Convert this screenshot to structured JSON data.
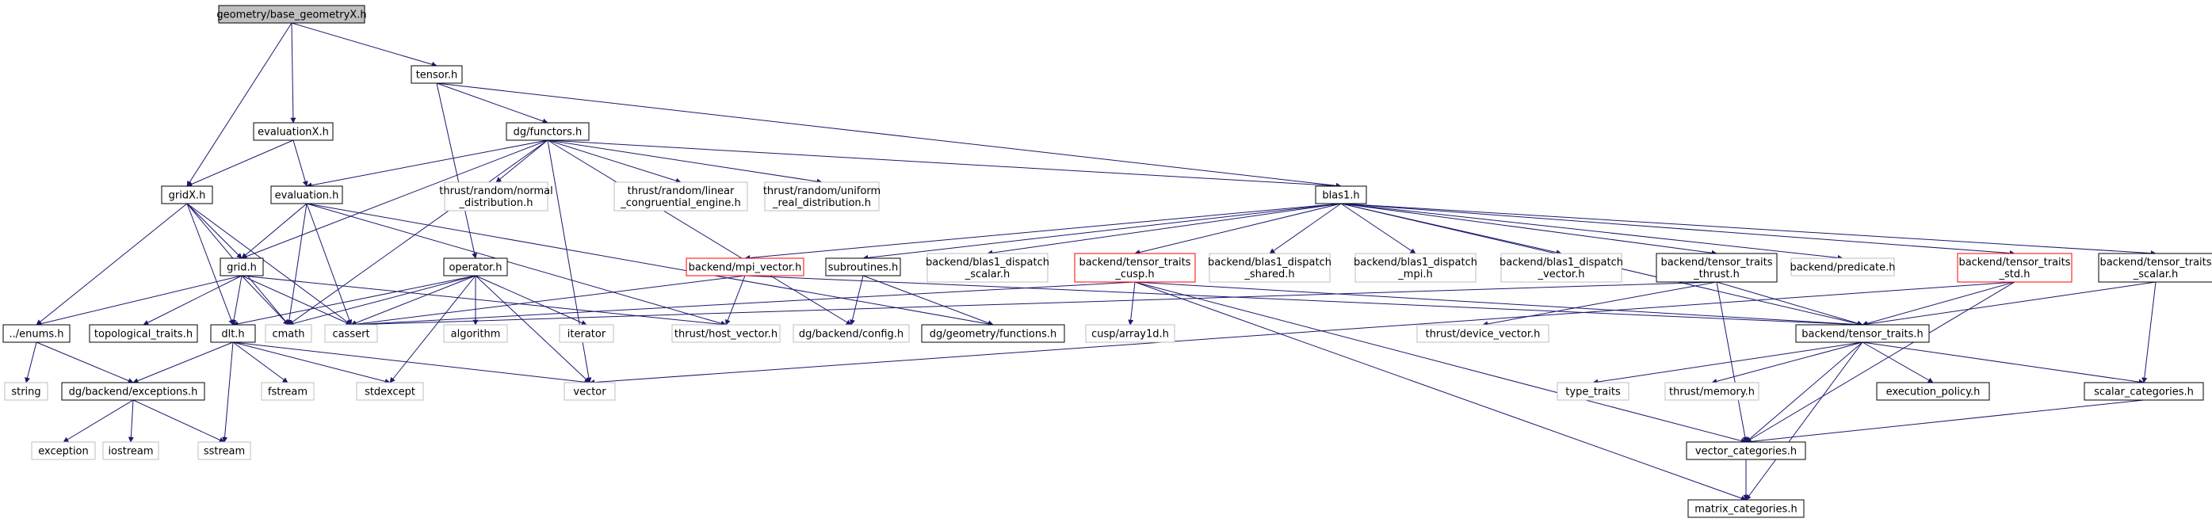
{
  "title": "geometry/base_geometryX.h",
  "colors": {
    "edge": "#191970",
    "box_normal": "#000000",
    "box_system": "#bfbfbf",
    "box_incomplete": "#ff0000",
    "box_root_fill": "#bfbfbf",
    "text": "#000000"
  },
  "nodes": [
    {
      "id": "base_geometryX",
      "lines": [
        "geometry/base_geometryX.h"
      ],
      "kind": "root"
    },
    {
      "id": "tensor",
      "lines": [
        "tensor.h"
      ],
      "kind": "normal"
    },
    {
      "id": "evaluationX",
      "lines": [
        "evaluationX.h"
      ],
      "kind": "normal"
    },
    {
      "id": "functors",
      "lines": [
        "dg/functors.h"
      ],
      "kind": "normal"
    },
    {
      "id": "gridX",
      "lines": [
        "gridX.h"
      ],
      "kind": "normal"
    },
    {
      "id": "evaluation",
      "lines": [
        "evaluation.h"
      ],
      "kind": "normal"
    },
    {
      "id": "normal_dist",
      "lines": [
        "thrust/random/normal",
        "_distribution.h"
      ],
      "kind": "system"
    },
    {
      "id": "linear_cong",
      "lines": [
        "thrust/random/linear",
        "_congruential_engine.h"
      ],
      "kind": "system"
    },
    {
      "id": "uniform_real",
      "lines": [
        "thrust/random/uniform",
        "_real_distribution.h"
      ],
      "kind": "system"
    },
    {
      "id": "blas1",
      "lines": [
        "blas1.h"
      ],
      "kind": "normal"
    },
    {
      "id": "grid",
      "lines": [
        "grid.h"
      ],
      "kind": "normal"
    },
    {
      "id": "operator",
      "lines": [
        "operator.h"
      ],
      "kind": "normal"
    },
    {
      "id": "mpi_vector",
      "lines": [
        "backend/mpi_vector.h"
      ],
      "kind": "incomplete"
    },
    {
      "id": "subroutines",
      "lines": [
        "subroutines.h"
      ],
      "kind": "normal"
    },
    {
      "id": "dispatch_scalar",
      "lines": [
        "backend/blas1_dispatch",
        "_scalar.h"
      ],
      "kind": "system"
    },
    {
      "id": "tt_cusp",
      "lines": [
        "backend/tensor_traits",
        "_cusp.h"
      ],
      "kind": "incomplete"
    },
    {
      "id": "dispatch_shared",
      "lines": [
        "backend/blas1_dispatch",
        "_shared.h"
      ],
      "kind": "system"
    },
    {
      "id": "dispatch_mpi",
      "lines": [
        "backend/blas1_dispatch",
        "_mpi.h"
      ],
      "kind": "system"
    },
    {
      "id": "dispatch_vector",
      "lines": [
        "backend/blas1_dispatch",
        "_vector.h"
      ],
      "kind": "system"
    },
    {
      "id": "tt_thrust",
      "lines": [
        "backend/tensor_traits",
        "_thrust.h"
      ],
      "kind": "normal"
    },
    {
      "id": "predicate",
      "lines": [
        "backend/predicate.h"
      ],
      "kind": "system"
    },
    {
      "id": "tt_std",
      "lines": [
        "backend/tensor_traits",
        "_std.h"
      ],
      "kind": "incomplete"
    },
    {
      "id": "tt_scalar",
      "lines": [
        "backend/tensor_traits",
        "_scalar.h"
      ],
      "kind": "normal"
    },
    {
      "id": "enums",
      "lines": [
        "../enums.h"
      ],
      "kind": "normal"
    },
    {
      "id": "topological",
      "lines": [
        "topological_traits.h"
      ],
      "kind": "normal"
    },
    {
      "id": "cmath",
      "lines": [
        "cmath"
      ],
      "kind": "system"
    },
    {
      "id": "cassert",
      "lines": [
        "cassert"
      ],
      "kind": "system"
    },
    {
      "id": "dlt",
      "lines": [
        "dlt.h"
      ],
      "kind": "normal"
    },
    {
      "id": "algorithm",
      "lines": [
        "algorithm"
      ],
      "kind": "system"
    },
    {
      "id": "iterator",
      "lines": [
        "iterator"
      ],
      "kind": "system"
    },
    {
      "id": "host_vector",
      "lines": [
        "thrust/host_vector.h"
      ],
      "kind": "system"
    },
    {
      "id": "config",
      "lines": [
        "dg/backend/config.h"
      ],
      "kind": "system"
    },
    {
      "id": "geom_functions",
      "lines": [
        "dg/geometry/functions.h"
      ],
      "kind": "normal"
    },
    {
      "id": "cusp_array1d",
      "lines": [
        "cusp/array1d.h"
      ],
      "kind": "system"
    },
    {
      "id": "device_vector",
      "lines": [
        "thrust/device_vector.h"
      ],
      "kind": "system"
    },
    {
      "id": "tensor_traits",
      "lines": [
        "backend/tensor_traits.h"
      ],
      "kind": "normal"
    },
    {
      "id": "string",
      "lines": [
        "string"
      ],
      "kind": "system"
    },
    {
      "id": "exceptions",
      "lines": [
        "dg/backend/exceptions.h"
      ],
      "kind": "normal"
    },
    {
      "id": "fstream",
      "lines": [
        "fstream"
      ],
      "kind": "system"
    },
    {
      "id": "stdexcept",
      "lines": [
        "stdexcept"
      ],
      "kind": "system"
    },
    {
      "id": "vector",
      "lines": [
        "vector"
      ],
      "kind": "system"
    },
    {
      "id": "type_traits",
      "lines": [
        "type_traits"
      ],
      "kind": "system"
    },
    {
      "id": "thrust_memory",
      "lines": [
        "thrust/memory.h"
      ],
      "kind": "system"
    },
    {
      "id": "execution_policy",
      "lines": [
        "execution_policy.h"
      ],
      "kind": "normal"
    },
    {
      "id": "scalar_categories",
      "lines": [
        "scalar_categories.h"
      ],
      "kind": "normal"
    },
    {
      "id": "exception",
      "lines": [
        "exception"
      ],
      "kind": "system"
    },
    {
      "id": "iostream",
      "lines": [
        "iostream"
      ],
      "kind": "system"
    },
    {
      "id": "sstream",
      "lines": [
        "sstream"
      ],
      "kind": "system"
    },
    {
      "id": "vector_categories",
      "lines": [
        "vector_categories.h"
      ],
      "kind": "normal"
    },
    {
      "id": "matrix_categories",
      "lines": [
        "matrix_categories.h"
      ],
      "kind": "normal"
    }
  ],
  "edges": [
    [
      "base_geometryX",
      "tensor"
    ],
    [
      "base_geometryX",
      "evaluationX"
    ],
    [
      "base_geometryX",
      "gridX"
    ],
    [
      "tensor",
      "functors"
    ],
    [
      "tensor",
      "blas1"
    ],
    [
      "tensor",
      "operator"
    ],
    [
      "evaluationX",
      "gridX"
    ],
    [
      "evaluationX",
      "evaluation"
    ],
    [
      "functors",
      "evaluation"
    ],
    [
      "functors",
      "grid"
    ],
    [
      "functors",
      "cmath"
    ],
    [
      "functors",
      "normal_dist"
    ],
    [
      "functors",
      "linear_cong"
    ],
    [
      "functors",
      "uniform_real"
    ],
    [
      "functors",
      "blas1"
    ],
    [
      "functors",
      "vector"
    ],
    [
      "functors",
      "config"
    ],
    [
      "gridX",
      "grid"
    ],
    [
      "gridX",
      "enums"
    ],
    [
      "gridX",
      "dlt"
    ],
    [
      "gridX",
      "cmath"
    ],
    [
      "gridX",
      "cassert"
    ],
    [
      "evaluation",
      "grid"
    ],
    [
      "evaluation",
      "cmath"
    ],
    [
      "evaluation",
      "cassert"
    ],
    [
      "evaluation",
      "host_vector"
    ],
    [
      "evaluation",
      "geom_functions"
    ],
    [
      "grid",
      "enums"
    ],
    [
      "grid",
      "topological"
    ],
    [
      "grid",
      "dlt"
    ],
    [
      "grid",
      "cmath"
    ],
    [
      "grid",
      "cassert"
    ],
    [
      "grid",
      "host_vector"
    ],
    [
      "operator",
      "dlt"
    ],
    [
      "operator",
      "cmath"
    ],
    [
      "operator",
      "cassert"
    ],
    [
      "operator",
      "algorithm"
    ],
    [
      "operator",
      "iterator"
    ],
    [
      "operator",
      "stdexcept"
    ],
    [
      "operator",
      "vector"
    ],
    [
      "blas1",
      "mpi_vector"
    ],
    [
      "blas1",
      "subroutines"
    ],
    [
      "blas1",
      "dispatch_scalar"
    ],
    [
      "blas1",
      "tt_cusp"
    ],
    [
      "blas1",
      "dispatch_shared"
    ],
    [
      "blas1",
      "dispatch_mpi"
    ],
    [
      "blas1",
      "dispatch_vector"
    ],
    [
      "blas1",
      "tt_thrust"
    ],
    [
      "blas1",
      "predicate"
    ],
    [
      "blas1",
      "tt_std"
    ],
    [
      "blas1",
      "tt_scalar"
    ],
    [
      "blas1",
      "tensor_traits"
    ],
    [
      "mpi_vector",
      "host_vector"
    ],
    [
      "mpi_vector",
      "cassert"
    ],
    [
      "mpi_vector",
      "tensor_traits"
    ],
    [
      "subroutines",
      "config"
    ],
    [
      "subroutines",
      "geom_functions"
    ],
    [
      "tt_cusp",
      "cusp_array1d"
    ],
    [
      "tt_cusp",
      "tensor_traits"
    ],
    [
      "tt_cusp",
      "vector_categories"
    ],
    [
      "tt_cusp",
      "matrix_categories"
    ],
    [
      "tt_cusp",
      "cassert"
    ],
    [
      "tt_thrust",
      "device_vector"
    ],
    [
      "tt_thrust",
      "tensor_traits"
    ],
    [
      "tt_thrust",
      "vector_categories"
    ],
    [
      "tt_thrust",
      "cassert"
    ],
    [
      "tt_std",
      "tensor_traits"
    ],
    [
      "tt_std",
      "vector_categories"
    ],
    [
      "tt_std",
      "vector"
    ],
    [
      "tt_scalar",
      "tensor_traits"
    ],
    [
      "tt_scalar",
      "scalar_categories"
    ],
    [
      "enums",
      "string"
    ],
    [
      "enums",
      "exceptions"
    ],
    [
      "dlt",
      "exceptions"
    ],
    [
      "dlt",
      "fstream"
    ],
    [
      "dlt",
      "stdexcept"
    ],
    [
      "dlt",
      "vector"
    ],
    [
      "dlt",
      "sstream"
    ],
    [
      "exceptions",
      "exception"
    ],
    [
      "exceptions",
      "iostream"
    ],
    [
      "exceptions",
      "sstream"
    ],
    [
      "tensor_traits",
      "type_traits"
    ],
    [
      "tensor_traits",
      "thrust_memory"
    ],
    [
      "tensor_traits",
      "execution_policy"
    ],
    [
      "tensor_traits",
      "scalar_categories"
    ],
    [
      "tensor_traits",
      "vector_categories"
    ],
    [
      "tensor_traits",
      "matrix_categories"
    ],
    [
      "scalar_categories",
      "vector_categories"
    ],
    [
      "vector_categories",
      "matrix_categories"
    ]
  ]
}
